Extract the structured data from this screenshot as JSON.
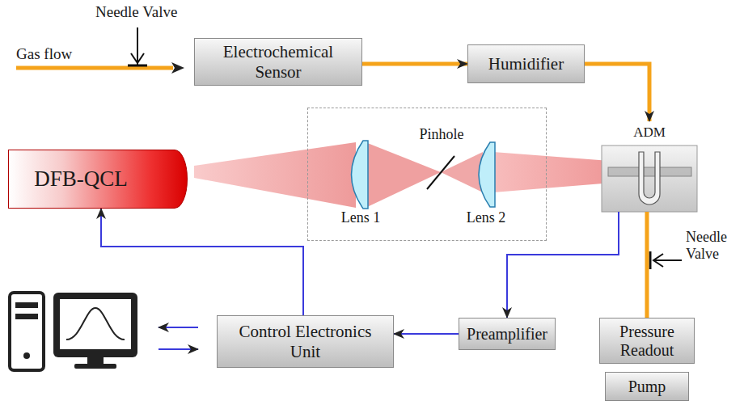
{
  "diagram": {
    "nodes": [
      {
        "text": [
          "Electrochemical Sensor"
        ]
      },
      {
        "text": [
          "Humidifier"
        ]
      },
      {
        "text": [
          "DFB-QCL"
        ]
      },
      {
        "text": [
          "Lens 1",
          "Pinhole",
          "Lens 2"
        ]
      },
      {
        "text": [
          "ADM"
        ]
      },
      {
        "text": [
          "Control Electronics Unit"
        ]
      },
      {
        "text": [
          "Preamplifier"
        ]
      },
      {
        "text": [
          "Pressure Readout"
        ]
      },
      {
        "text": [
          "Pump"
        ]
      }
    ],
    "edges": [
      {
        "from": 0,
        "to": 1,
        "arrow": "to"
      },
      {
        "from": 1,
        "to": 4,
        "arrow": "to"
      },
      {
        "from": 4,
        "to": 7,
        "arrow": "none"
      },
      {
        "from": 4,
        "to": 6,
        "arrow": "to"
      },
      {
        "from": 6,
        "to": 5,
        "arrow": "to"
      },
      {
        "from": 5,
        "to": 2,
        "arrow": "to"
      }
    ],
    "labels": [
      "Needle Valve",
      "Gas flow",
      "Needle Valve"
    ]
  }
}
